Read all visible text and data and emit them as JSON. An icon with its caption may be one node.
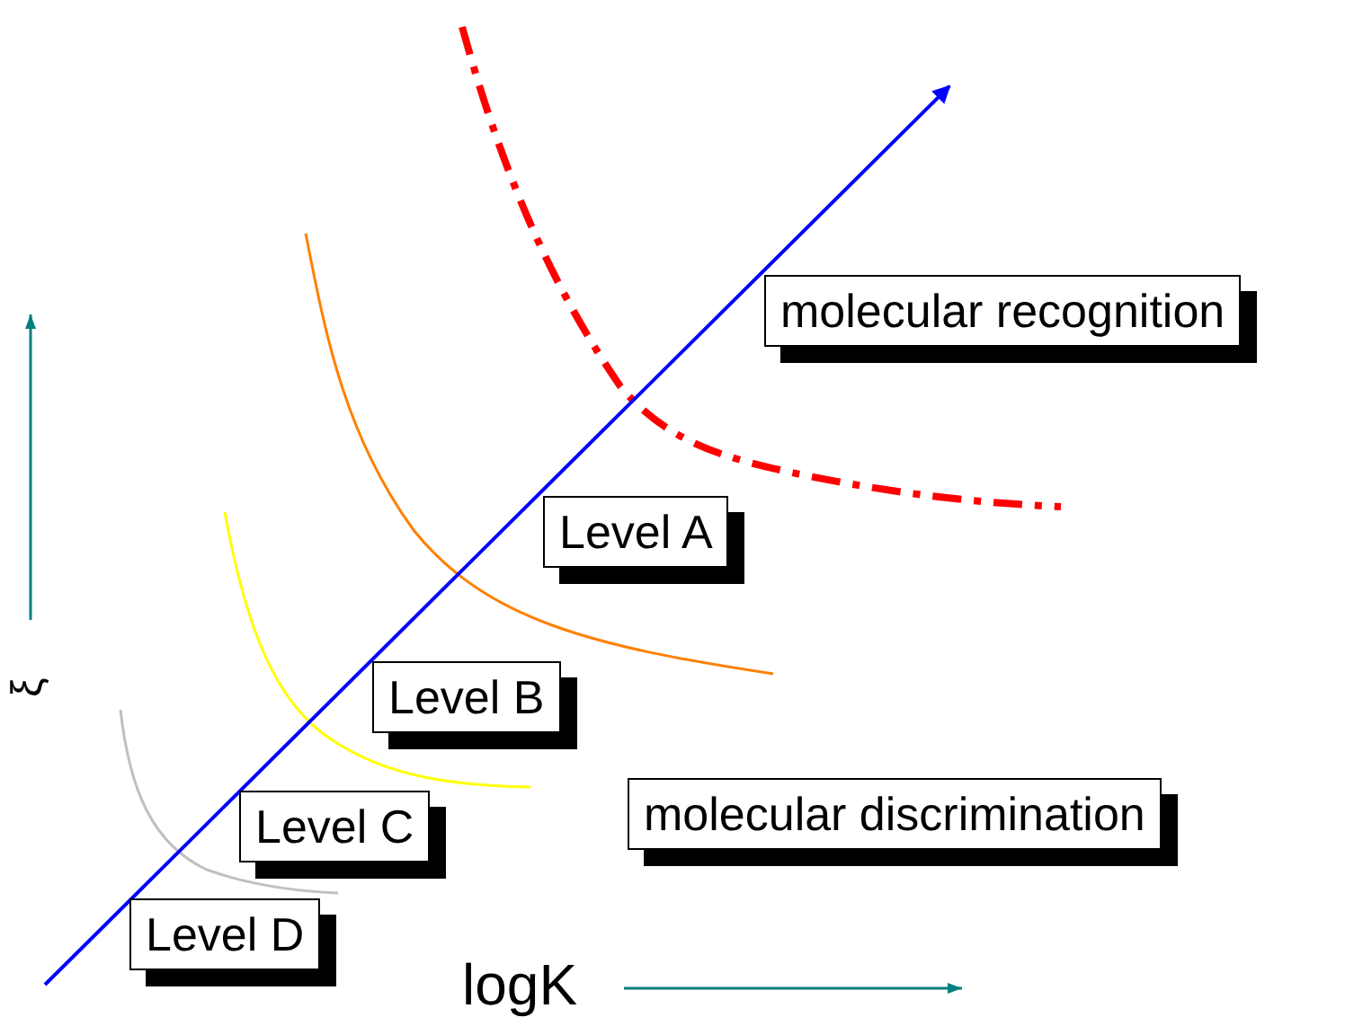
{
  "diagram": {
    "nodes": [
      {
        "text": [
          "molecular recognition"
        ]
      },
      {
        "text": [
          "Level A"
        ]
      },
      {
        "text": [
          "Level B"
        ]
      },
      {
        "text": [
          "Level C"
        ]
      },
      {
        "text": [
          "Level D"
        ]
      },
      {
        "text": [
          "molecular discrimination"
        ]
      }
    ],
    "labels": [
      "ξ",
      "logK"
    ]
  }
}
